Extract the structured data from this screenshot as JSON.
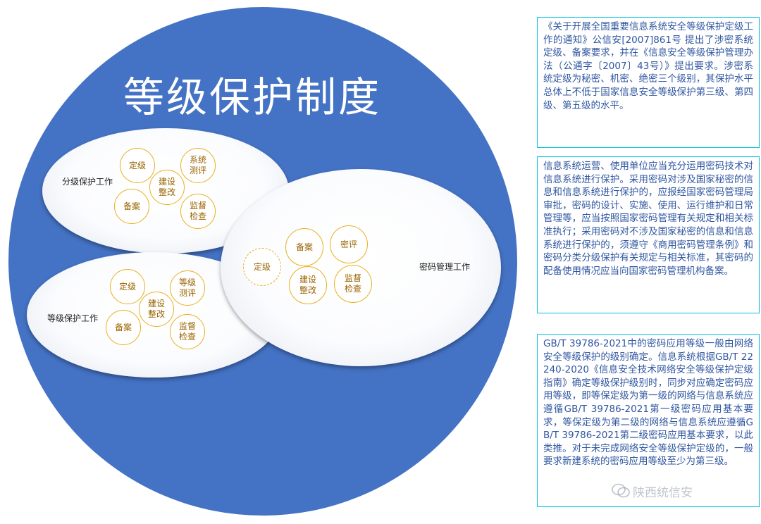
{
  "title": "等级保护制度",
  "ellipses": {
    "grading": {
      "label": "分级保护工作",
      "nodes": [
        "定级",
        "系统\n测评",
        "建设\n整改",
        "备案",
        "监督\n检查"
      ]
    },
    "crypto": {
      "label": "密码管理工作",
      "nodes": [
        "定级",
        "备案",
        "密评",
        "建设\n整改",
        "监督\n检查"
      ]
    },
    "level": {
      "label": "等级保护工作",
      "nodes": [
        "定级",
        "等级\n测评",
        "建设\n整改",
        "备案",
        "监督\n检查"
      ]
    }
  },
  "notes": [
    "《关于开展全国重要信息系统安全等级保护定级工作的通知》公信安[2007]861号 提出了涉密系统定级、备案要求，并在《信息安全等级保护管理办法（公通字〔2007〕43号）》提出要求。涉密系统定级为秘密、机密、绝密三个级别，其保护水平总体上不低于国家信息安全等级保护第三级、第四级、第五级的水平。",
    "信息系统运营、使用单位应当充分运用密码技术对信息系统进行保护。采用密码对涉及国家秘密的信息和信息系统进行保护的，应报经国家密码管理局审批，密码的设计、实施、使用、运行维护和日常管理等，应当按照国家密码管理有关规定和相关标准执行；采用密码对不涉及国家秘密的信息和信息系统进行保护的，须遵守《商用密码管理条例》和密码分类分级保护有关规定与相关标准，其密码的配备使用情况应当向国家密码管理机构备案。",
    "GB/T 39786-2021中的密码应用等级一般由网络安全等级保护的级别确定。信息系统根据GB/T 22240-2020《信息安全技术网络安全等级保护定级指南》确定等级保护级别时，同步对应确定密码应用等级，即等保定级为第一级的网络与信息系统应遵循GB/T 39786-2021第一级密码应用基本要求，等保定级为第二级的网络与信息系统应遵循GB/T 39786-2021第二级密码应用基本要求，以此类推。对于未完成网络安全等级保护定级的，一般要求新建系统的密码应用等级至少为第三级。"
  ],
  "watermark": "陕西统信安",
  "colors": {
    "circle": "#4472c4",
    "node_border": "#e8b020",
    "note_border": "#00c5e5",
    "note_text": "#2f56a0"
  }
}
